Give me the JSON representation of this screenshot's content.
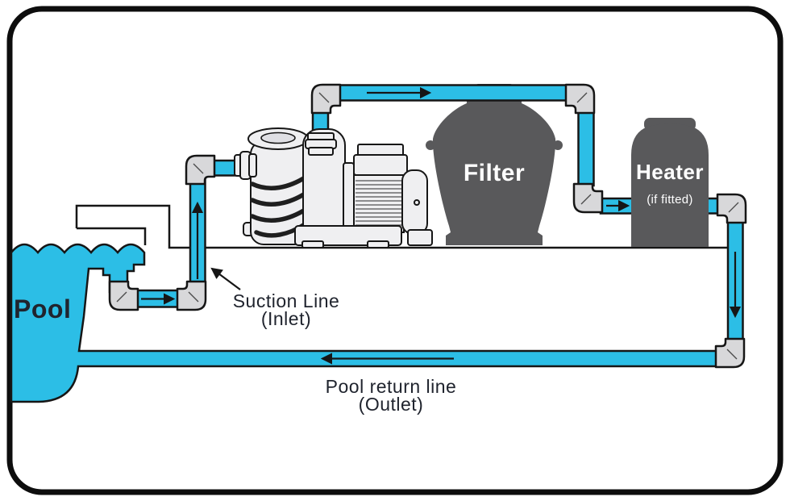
{
  "labels": {
    "pool": "Pool",
    "filter": "Filter",
    "heater": "Heater",
    "heater_sub": "(if fitted)",
    "suction": "Suction Line",
    "suction_sub": "(Inlet)",
    "return_line": "Pool return line",
    "return_sub": "(Outlet)"
  },
  "colors": {
    "water": "#2CBEE6",
    "fitting": "#D8D8DA",
    "tank": "#59595B",
    "outline": "#161616",
    "pump": "#EFEFF1",
    "pump_shade": "#DFDFE4",
    "label_text": "#20242E",
    "tank_text": "#FFFFFF",
    "background": "#FFFFFF"
  }
}
